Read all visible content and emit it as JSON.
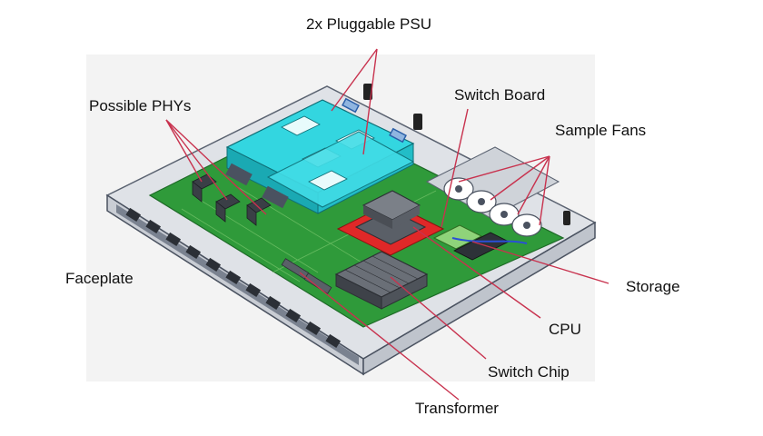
{
  "labels": {
    "psu": "2x Pluggable PSU",
    "phys": "Possible PHYs",
    "switch_board": "Switch Board",
    "sample_fans": "Sample Fans",
    "faceplate": "Faceplate",
    "storage": "Storage",
    "cpu": "CPU",
    "switch_chip": "Switch Chip",
    "transformer": "Transformer"
  },
  "colors": {
    "pcb": "#2f9a3a",
    "pcb_dark": "#1f7a2a",
    "psu": "#33d6e0",
    "psu_dark": "#1aa9b3",
    "chassis": "#d9dde3",
    "chassis_edge": "#6c7480",
    "leader": "#c8324e",
    "heatsink": "#4a4e55",
    "cpu_pad": "#e02828",
    "storage": "#8fd37a"
  },
  "icons": [
    "screw-icon",
    "fan-icon",
    "port-icon"
  ]
}
